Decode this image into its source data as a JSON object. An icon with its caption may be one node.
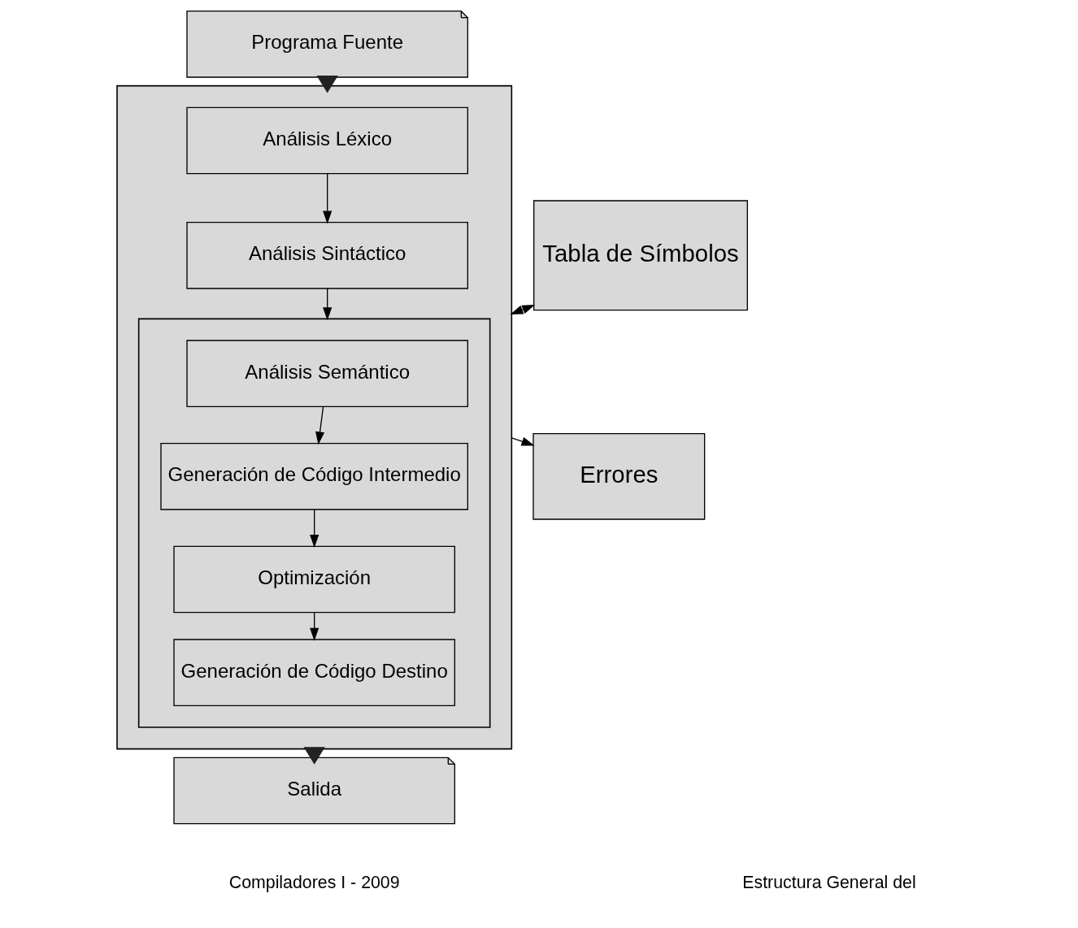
{
  "diagram": {
    "nodes": [
      {
        "text": [
          "Programa Fuente"
        ]
      },
      {
        "text": [],
        "shape": "box"
      },
      {
        "text": [
          "Análisis Léxico"
        ],
        "in": 1
      },
      {
        "text": [
          "Análisis Sintáctico"
        ],
        "in": 1
      },
      {
        "text": [],
        "shape": "box",
        "in": 1
      },
      {
        "text": [
          "Análisis Semántico"
        ],
        "in": 4
      },
      {
        "text": [
          "Generación de Código Intermedio"
        ],
        "in": 4
      },
      {
        "text": [
          "Optimización"
        ],
        "in": 4
      },
      {
        "text": [
          "Generación de Código Destino"
        ],
        "in": 4
      },
      {
        "text": [
          "Tabla de Símbolos"
        ]
      },
      {
        "text": [
          "Errores"
        ]
      },
      {
        "text": [
          "Salida"
        ]
      }
    ],
    "edges": [
      {
        "from": 0,
        "to": 1,
        "arrow": "to",
        "style": "thick"
      },
      {
        "from": 2,
        "to": 3,
        "arrow": "to"
      },
      {
        "from": 3,
        "to": 4,
        "arrow": "to"
      },
      {
        "from": 5,
        "to": 6,
        "arrow": "to"
      },
      {
        "from": 6,
        "to": 7,
        "arrow": "to"
      },
      {
        "from": 7,
        "to": 8,
        "arrow": "to"
      },
      {
        "from": 9,
        "to": 1,
        "arrow": "both"
      },
      {
        "from": 1,
        "to": 10,
        "arrow": "to"
      },
      {
        "from": 1,
        "to": 11,
        "arrow": "to",
        "style": "thick"
      }
    ],
    "labels": [
      "Compiladores I - 2009",
      "Estructura General del"
    ]
  }
}
